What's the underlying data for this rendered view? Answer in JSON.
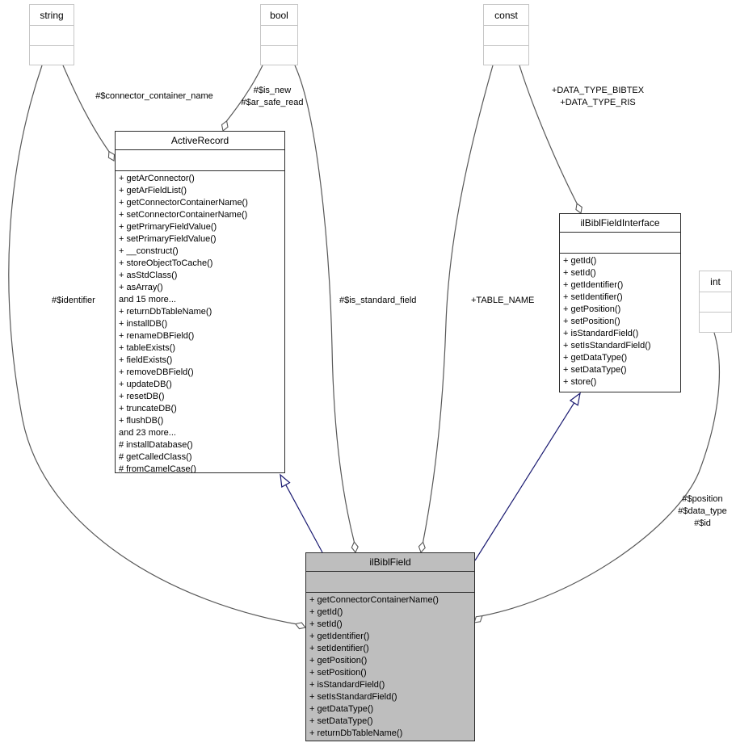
{
  "diagram": {
    "colors": {
      "highlight_fill": "#bebebe",
      "inheritance_edge": "#191970",
      "aggregation_edge": "#585858",
      "light_box_border": "#c6c6c6",
      "dark_box_border": "#2c2c2c"
    },
    "classes": {
      "string_type": {
        "title": "string"
      },
      "bool_type": {
        "title": "bool"
      },
      "const_type": {
        "title": "const"
      },
      "int_type": {
        "title": "int"
      },
      "active_record": {
        "title": "ActiveRecord",
        "methods": [
          "+ getArConnector()",
          "+ getArFieldList()",
          "+ getConnectorContainerName()",
          "+ setConnectorContainerName()",
          "+ getPrimaryFieldValue()",
          "+ setPrimaryFieldValue()",
          "+ __construct()",
          "+ storeObjectToCache()",
          "+ asStdClass()",
          "+ asArray()",
          "and 15 more...",
          "+ returnDbTableName()",
          "+ installDB()",
          "+ renameDBField()",
          "+ tableExists()",
          "+ fieldExists()",
          "+ removeDBField()",
          "+ updateDB()",
          "+ resetDB()",
          "+ truncateDB()",
          "+ flushDB()",
          "and 23 more...",
          "# installDatabase()",
          "# getCalledClass()",
          "# fromCamelCase()"
        ]
      },
      "ilbibl_field_interface": {
        "title": "ilBiblFieldInterface",
        "methods": [
          "+ getId()",
          "+ setId()",
          "+ getIdentifier()",
          "+ setIdentifier()",
          "+ getPosition()",
          "+ setPosition()",
          "+ isStandardField()",
          "+ setIsStandardField()",
          "+ getDataType()",
          "+ setDataType()",
          "+ store()"
        ]
      },
      "ilbibl_field": {
        "title": "ilBiblField",
        "methods": [
          "+ getConnectorContainerName()",
          "+ getId()",
          "+ setId()",
          "+ getIdentifier()",
          "+ setIdentifier()",
          "+ getPosition()",
          "+ setPosition()",
          "+ isStandardField()",
          "+ setIsStandardField()",
          "+ getDataType()",
          "+ setDataType()",
          "+ returnDbTableName()"
        ]
      }
    },
    "edge_labels": {
      "connector_container_name": "#$connector_container_name",
      "is_new": "#$is_new",
      "ar_safe_read": "#$ar_safe_read",
      "data_type_bibtex": "+DATA_TYPE_BIBTEX",
      "data_type_ris": "+DATA_TYPE_RIS",
      "identifier": "#$identifier",
      "is_standard_field": "#$is_standard_field",
      "table_name": "+TABLE_NAME",
      "position": "#$position",
      "data_type": "#$data_type",
      "id": "#$id"
    }
  }
}
